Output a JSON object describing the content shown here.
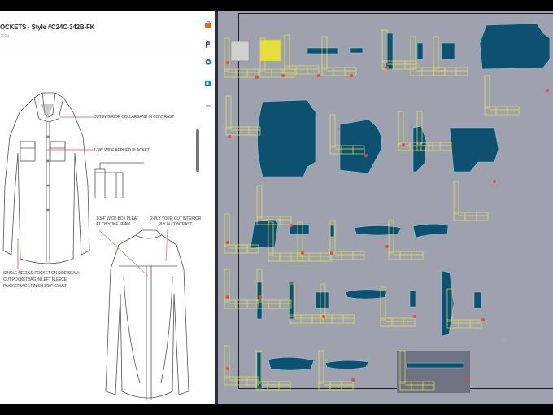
{
  "document": {
    "title": "OCKETS - Style #C24C-342B-FK",
    "subtitle": "2024"
  },
  "callouts": [
    {
      "text": "CUT INTERIOR COLLARBAND IN CONTRAST"
    },
    {
      "text": "1-3/8\" WIDE APPLIED PLACKET"
    },
    {
      "text": "1-3/4\" W CB BOX PLEAT"
    },
    {
      "text": "AT CB YOKE SEAM"
    },
    {
      "text": "2-PLY YOKE; CUT INTERIOR"
    },
    {
      "text": "PLY IN CONTRAST"
    },
    {
      "text": "SINGLE NEEDLE POCKET ON SIDE SEAM;"
    },
    {
      "text": "CUT POCKETBAG IN LEFT FLEECE;"
    },
    {
      "text": "POCKETBAGS FINISH 1/10\"+CW/CF"
    }
  ],
  "sidebar": {
    "icons": [
      {
        "name": "briefcase-icon",
        "color": "#d9662a"
      },
      {
        "name": "flag-icon",
        "color": "#7a5a9a"
      },
      {
        "name": "copilot-icon",
        "color": "#2a6bd9"
      },
      {
        "name": "outlook-icon",
        "color": "#1b7fd4"
      },
      {
        "name": "minus-icon",
        "color": "#888888"
      }
    ]
  },
  "cad": {
    "background": "#9fa2ae",
    "piece_color": "#0e5070",
    "marker_color": "#e3e05a",
    "accent_color": "#e44a3a"
  }
}
